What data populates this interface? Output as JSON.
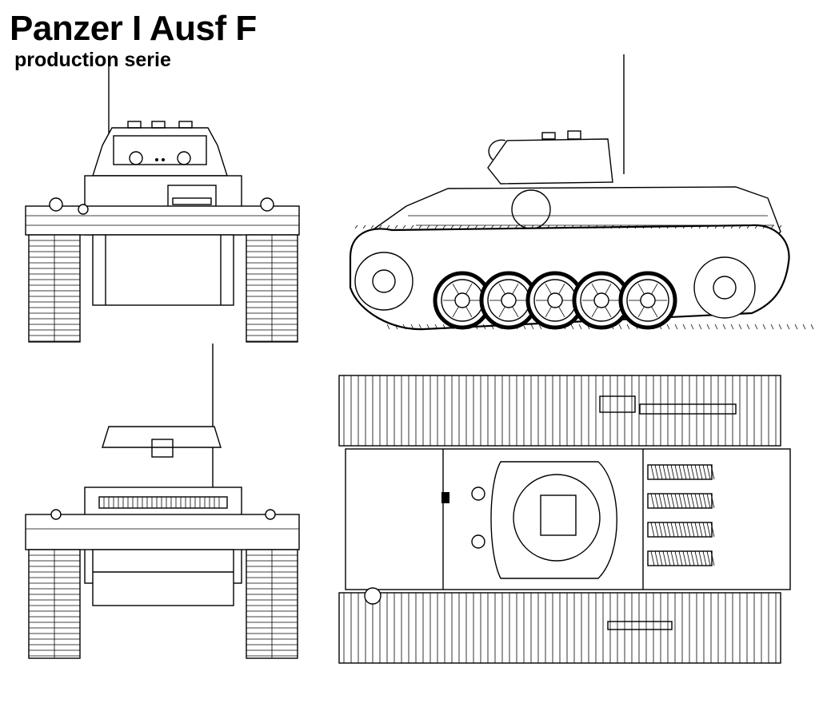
{
  "header": {
    "title": "Panzer I Ausf F",
    "subtitle": "production serie"
  },
  "colors": {
    "line": "#000000",
    "paper": "#ffffff"
  },
  "views": [
    "front-view",
    "side-view",
    "rear-view",
    "top-view"
  ]
}
